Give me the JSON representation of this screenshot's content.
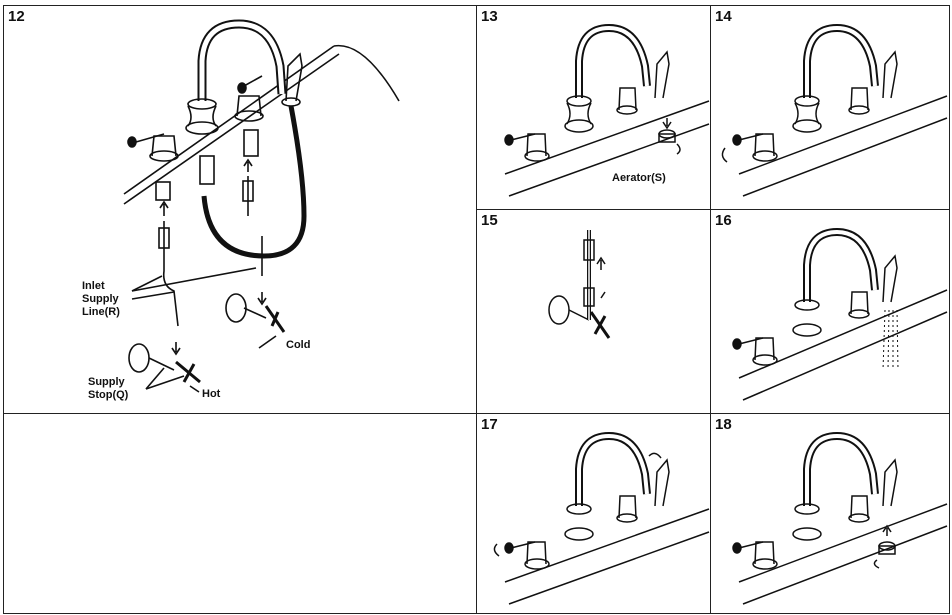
{
  "panels": {
    "p12": {
      "step": "12"
    },
    "p13": {
      "step": "13"
    },
    "p14": {
      "step": "14"
    },
    "p15": {
      "step": "15"
    },
    "p16": {
      "step": "16"
    },
    "p17": {
      "step": "17"
    },
    "p18": {
      "step": "18"
    }
  },
  "labels": {
    "inlet_line1": "Inlet",
    "inlet_line2": "Supply",
    "inlet_line3": "Line(R)",
    "cold": "Cold",
    "supply_stop_line1": "Supply",
    "supply_stop_line2": "Stop(Q)",
    "hot": "Hot",
    "aerator": "Aerator(S)"
  }
}
